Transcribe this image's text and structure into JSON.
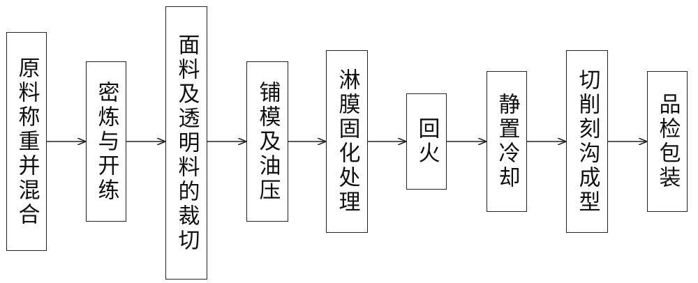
{
  "diagram": {
    "steps": [
      {
        "id": "raw-material",
        "label": "原料称重并混合"
      },
      {
        "id": "mixing",
        "label": "密炼与开练"
      },
      {
        "id": "cutting",
        "label": "面料及透明料的裁切"
      },
      {
        "id": "molding",
        "label": "铺模及油压"
      },
      {
        "id": "film-curing",
        "label": "淋膜固化处理"
      },
      {
        "id": "tempering",
        "label": "回火"
      },
      {
        "id": "cooling",
        "label": "静置冷却"
      },
      {
        "id": "grooving",
        "label": "切削刻沟成型"
      },
      {
        "id": "packaging",
        "label": "品检包装"
      }
    ],
    "colors": {
      "stroke": "#222222",
      "text": "#111111",
      "background": "#ffffff"
    }
  }
}
